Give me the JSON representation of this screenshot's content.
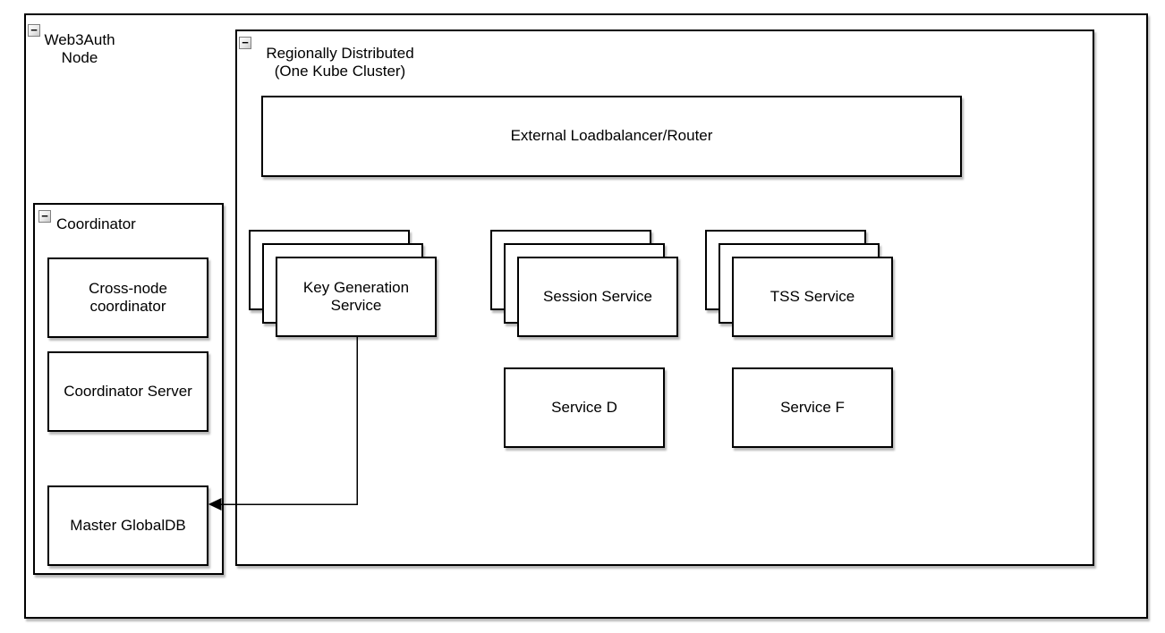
{
  "icons": {
    "collapse": "−"
  },
  "diagram": {
    "web3auth": {
      "label": "Web3Auth\nNode"
    },
    "coordinator": {
      "label": "Coordinator",
      "children": {
        "cross_node": {
          "label": "Cross-node\ncoordinator"
        },
        "coordinator_server": {
          "label": "Coordinator Server"
        },
        "master_globaldb": {
          "label": "Master GlobalDB"
        }
      }
    },
    "regionally_distributed": {
      "label": "Regionally Distributed\n(One Kube Cluster)",
      "children": {
        "external_lb": {
          "label": "External Loadbalancer/Router"
        },
        "key_generation": {
          "label": "Key Generation\nService"
        },
        "session_service": {
          "label": "Session Service"
        },
        "tss_service": {
          "label": "TSS Service"
        },
        "service_d": {
          "label": "Service D"
        },
        "service_f": {
          "label": "Service F"
        }
      }
    },
    "connector": {
      "from": "Key Generation Service",
      "to": "Master GlobalDB"
    },
    "colors": {
      "stroke": "#000000",
      "fill": "#ffffff"
    }
  }
}
